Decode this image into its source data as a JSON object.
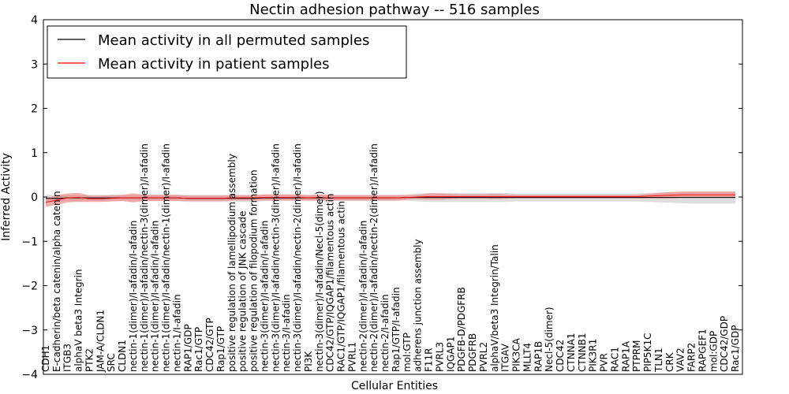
{
  "chart_data": {
    "type": "line",
    "title": "Nectin adhesion pathway -- 516 samples",
    "xlabel": "Cellular Entities",
    "ylabel": "Inferred Activity",
    "ylim": [
      -4,
      4
    ],
    "yticks": [
      4,
      3,
      2,
      1,
      0,
      -1,
      -2,
      -3,
      -4
    ],
    "grid": false,
    "legend_position": "top-left",
    "categories": [
      "CDH1",
      "E-cadherin/beta catenin/alpha catenin",
      "ITGB3",
      "alphaV beta3 Integrin",
      "PTK2",
      "JAM-A/CLDN1",
      "SRC",
      "CLDN1",
      "nectin-1(dimer)/I-afadin/I-afadin",
      "nectin-1(dimer)/I-afadin/nectin-3(dimer)/I-afadin",
      "nectin-1(dimer)/I-afadin/I-afadin",
      "nectin-1(dimer)/I-afadin/nectin-1(dimer)/I-afadin",
      "nectin-1/I-afadin",
      "RAP1/GDP",
      "Rac1/GTP",
      "CDC42/GTP",
      "Rap1/GTP",
      "positive regulation of lamellipodium assembly",
      "positive regulation of JNK cascade",
      "positive regulation of filopodium formation",
      "nectin-3(dimer)/I-afadin/I-afadin",
      "nectin-3(dimer)/I-afadin/nectin-3(dimer)/I-afadin",
      "nectin-3/I-afadin",
      "nectin-3(dimer)/I-afadin/nectin-2(dimer)/I-afadin",
      "PI3K",
      "nectin-3(dimer)/I-afadin/Necl-5(dimer)",
      "CDC42/GTP/IQGAP1/filamentous actin",
      "RAC1/GTP/IQGAP1/filamentous actin",
      "PVRL1",
      "nectin-2(dimer)/I-afadin/I-afadin",
      "nectin-2(dimer)/I-afadin/nectin-2(dimer)/I-afadin",
      "nectin-2/I-afadin",
      "Rap1/GTP/I-afadin",
      "mol:GTP",
      "adherens junction assembly",
      "F11R",
      "PVRL3",
      "IQGAP1",
      "PDGFB-D/PDGFRB",
      "PDGFRB",
      "PVRL2",
      "alphaV/beta3 Integrin/Talin",
      "ITGAV",
      "PIK3CA",
      "MLLT4",
      "RAP1B",
      "Necl-5(dimer)",
      "CDC42",
      "CTNNA1",
      "CTNNB1",
      "PIK3R1",
      "PVR",
      "RAC1",
      "RAP1A",
      "PTPRM",
      "PIP5K1C",
      "TLN1",
      "CRK",
      "VAV2",
      "FARP2",
      "RAPGEF1",
      "mol:GDP",
      "CDC42/GDP",
      "Rac1/GDP"
    ],
    "series": [
      {
        "name": "Mean activity in all permuted samples",
        "color": "#000000",
        "band_color": "#c8c8c8",
        "values": [
          -0.03,
          -0.03,
          -0.02,
          -0.02,
          -0.02,
          -0.02,
          -0.02,
          -0.02,
          -0.02,
          -0.02,
          -0.02,
          -0.02,
          -0.02,
          -0.03,
          -0.03,
          -0.03,
          -0.03,
          -0.03,
          -0.03,
          -0.03,
          -0.02,
          -0.02,
          -0.02,
          -0.02,
          -0.02,
          -0.02,
          -0.02,
          -0.02,
          -0.02,
          -0.02,
          -0.02,
          -0.02,
          -0.02,
          -0.01,
          -0.01,
          -0.01,
          -0.01,
          -0.01,
          -0.01,
          -0.01,
          -0.01,
          -0.01,
          -0.01,
          -0.01,
          -0.01,
          -0.01,
          -0.01,
          -0.01,
          -0.01,
          -0.01,
          -0.01,
          -0.01,
          -0.01,
          -0.01,
          -0.01,
          -0.01,
          -0.01,
          -0.01,
          -0.01,
          -0.01,
          -0.01,
          -0.01,
          -0.01,
          -0.01
        ],
        "band_halfwidth": [
          0.08,
          0.08,
          0.07,
          0.07,
          0.07,
          0.07,
          0.07,
          0.07,
          0.07,
          0.07,
          0.07,
          0.07,
          0.07,
          0.08,
          0.08,
          0.08,
          0.08,
          0.08,
          0.08,
          0.08,
          0.07,
          0.07,
          0.07,
          0.07,
          0.07,
          0.07,
          0.07,
          0.07,
          0.07,
          0.07,
          0.07,
          0.07,
          0.07,
          0.07,
          0.09,
          0.1,
          0.1,
          0.1,
          0.1,
          0.1,
          0.1,
          0.1,
          0.1,
          0.09,
          0.09,
          0.09,
          0.09,
          0.09,
          0.09,
          0.09,
          0.09,
          0.09,
          0.09,
          0.09,
          0.09,
          0.1,
          0.11,
          0.12,
          0.13,
          0.14,
          0.14,
          0.14,
          0.14,
          0.14
        ]
      },
      {
        "name": "Mean activity in patient samples",
        "color": "#ff0000",
        "band_color": "#f08080",
        "values": [
          -0.12,
          -0.07,
          -0.02,
          -0.01,
          -0.04,
          -0.04,
          -0.03,
          -0.02,
          -0.02,
          -0.02,
          -0.02,
          -0.02,
          -0.02,
          -0.03,
          -0.03,
          -0.03,
          -0.03,
          -0.02,
          -0.02,
          -0.02,
          -0.01,
          -0.01,
          -0.01,
          -0.01,
          -0.02,
          -0.01,
          -0.02,
          -0.02,
          -0.02,
          -0.02,
          -0.02,
          -0.02,
          -0.02,
          -0.01,
          0.0,
          0.01,
          0.01,
          0.01,
          0.01,
          0.01,
          0.01,
          0.01,
          0.01,
          0.01,
          0.01,
          0.01,
          0.01,
          0.01,
          0.01,
          0.01,
          0.01,
          0.01,
          0.01,
          0.01,
          0.01,
          0.02,
          0.03,
          0.04,
          0.05,
          0.05,
          0.05,
          0.05,
          0.05,
          0.05
        ],
        "band_halfwidth": [
          0.1,
          0.11,
          0.1,
          0.1,
          0.07,
          0.07,
          0.07,
          0.07,
          0.1,
          0.07,
          0.07,
          0.07,
          0.07,
          0.06,
          0.06,
          0.06,
          0.06,
          0.06,
          0.06,
          0.06,
          0.07,
          0.07,
          0.07,
          0.07,
          0.06,
          0.07,
          0.06,
          0.06,
          0.06,
          0.06,
          0.06,
          0.06,
          0.06,
          0.05,
          0.05,
          0.07,
          0.07,
          0.06,
          0.05,
          0.05,
          0.05,
          0.06,
          0.05,
          0.04,
          0.04,
          0.04,
          0.04,
          0.04,
          0.04,
          0.04,
          0.04,
          0.04,
          0.04,
          0.04,
          0.04,
          0.05,
          0.06,
          0.07,
          0.07,
          0.07,
          0.07,
          0.07,
          0.07,
          0.07
        ]
      }
    ]
  }
}
